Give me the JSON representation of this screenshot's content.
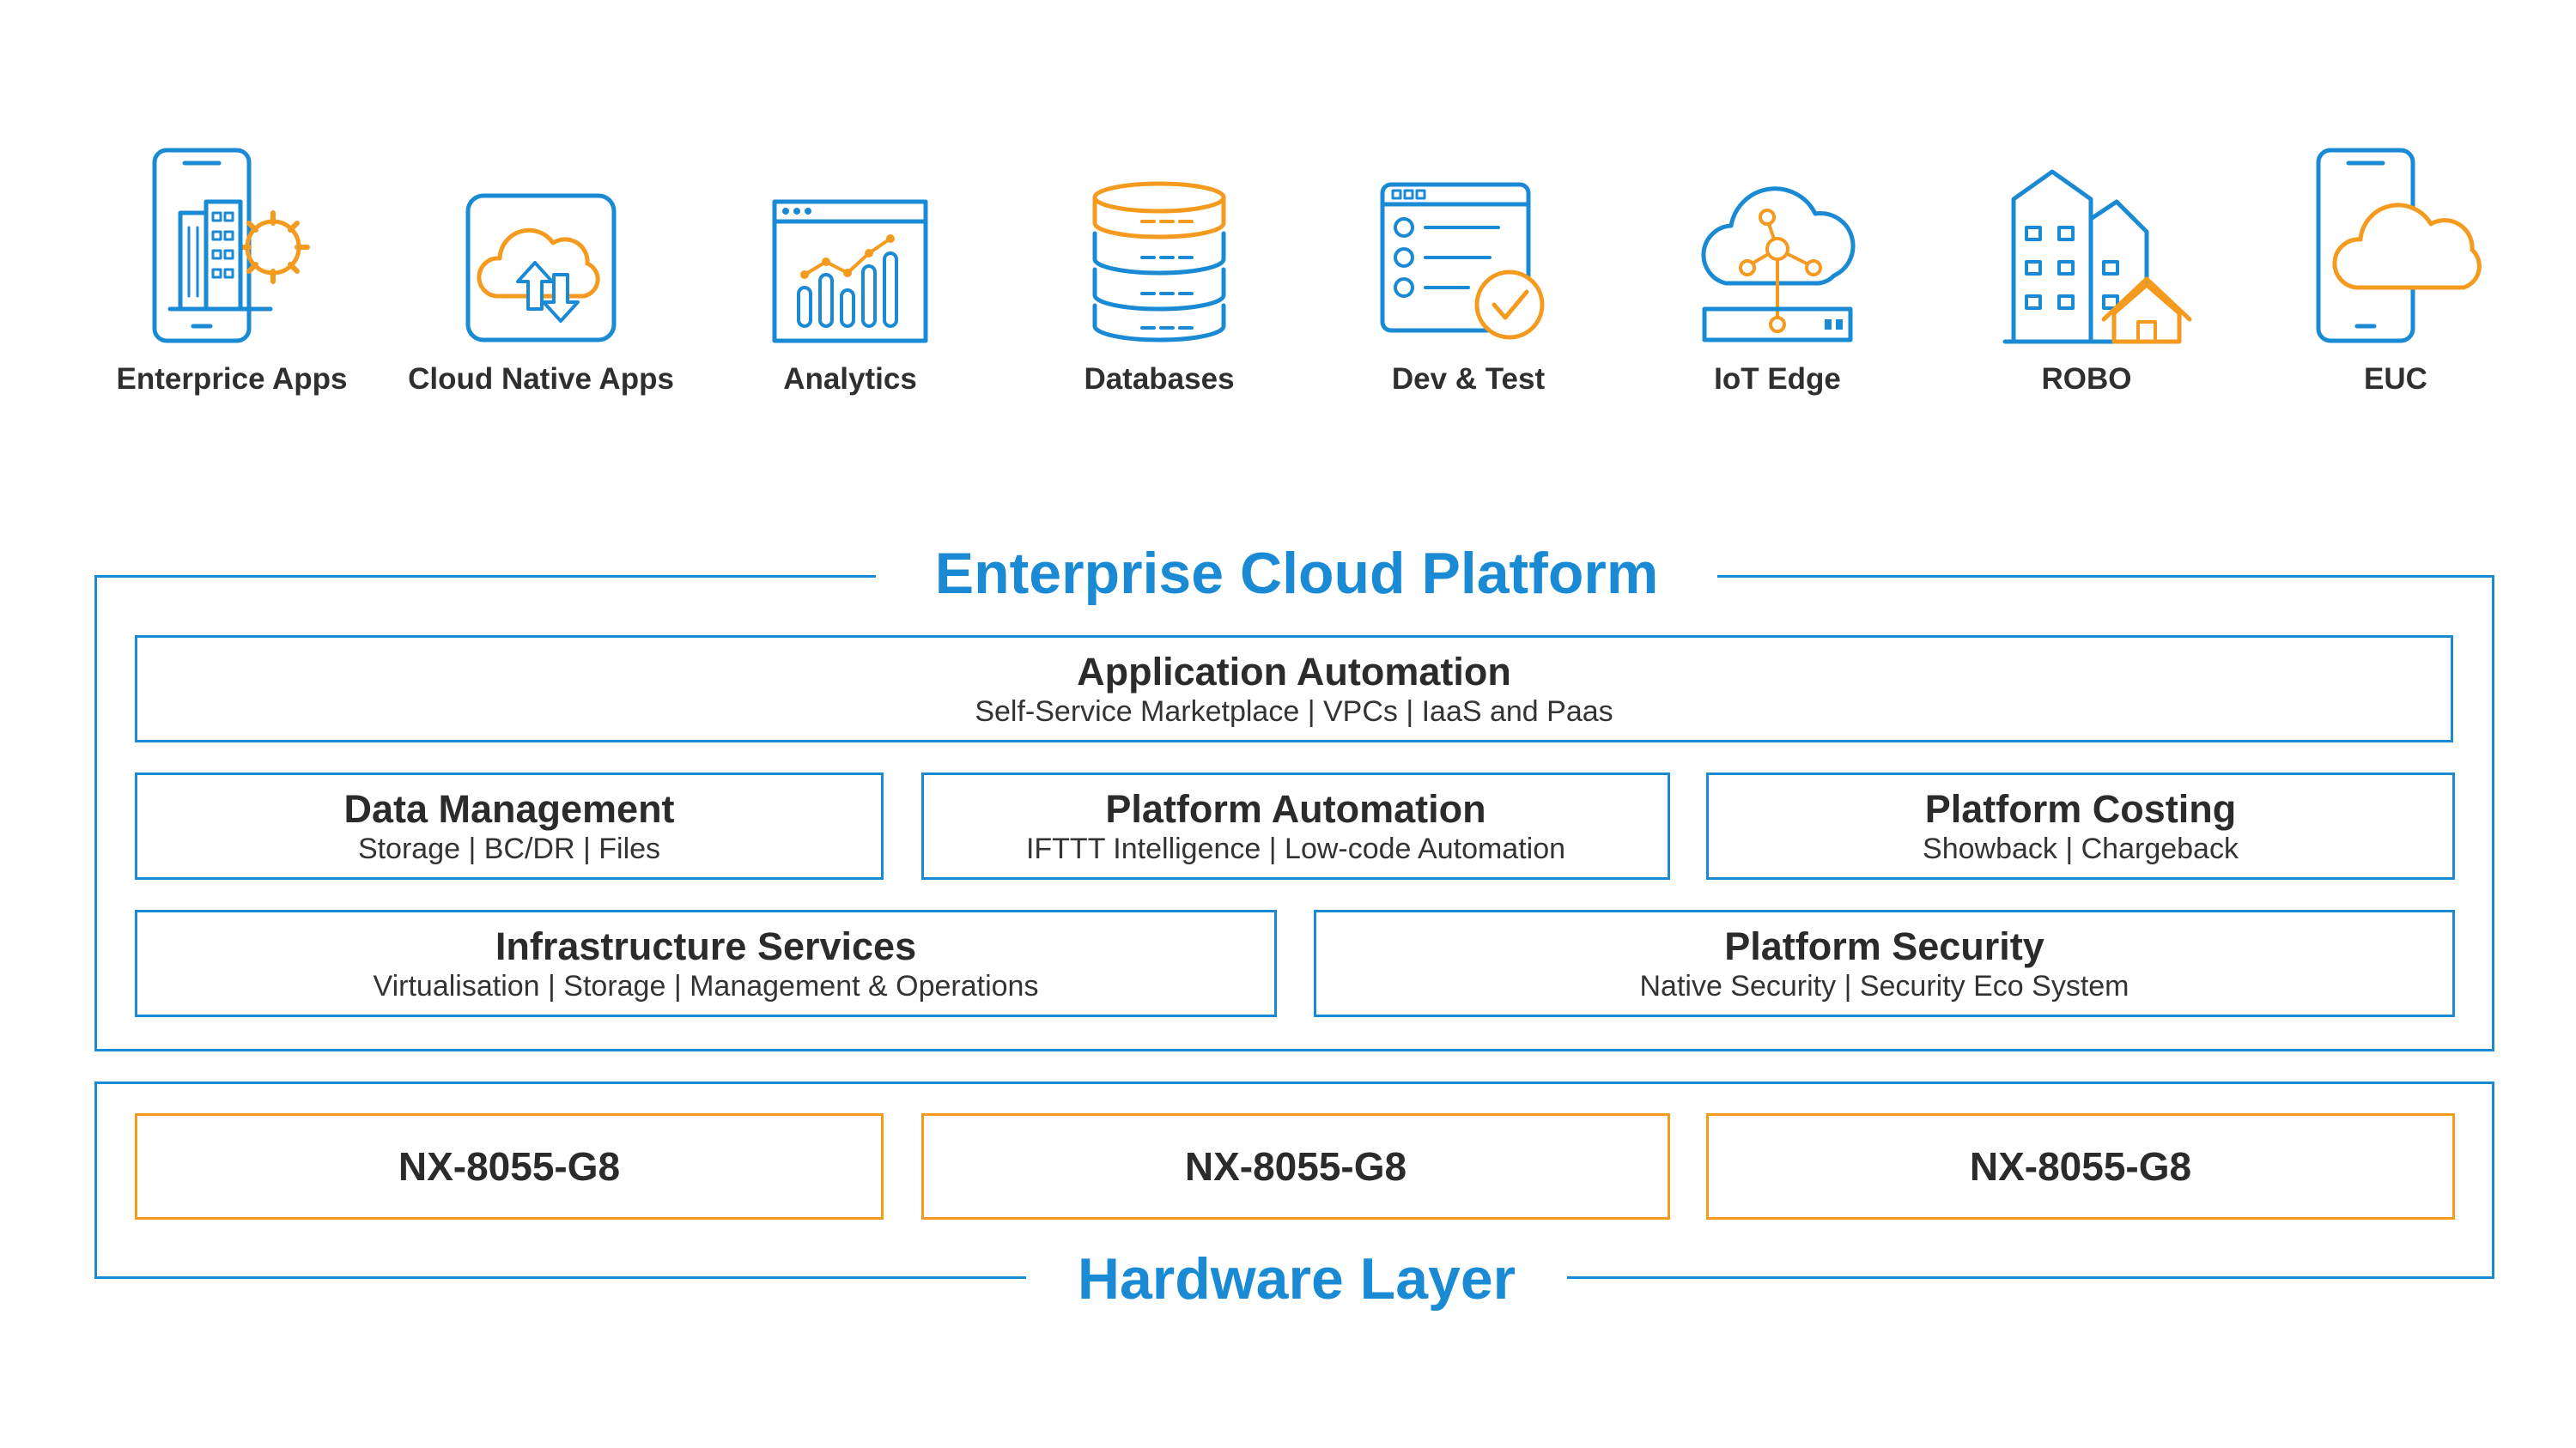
{
  "colors": {
    "blue": "#1a8ad4",
    "orange": "#f39a1f",
    "text": "#2b2b2b"
  },
  "workloads": [
    {
      "label": "Enterprice Apps",
      "icon": "mobile-building-gear-icon"
    },
    {
      "label": "Cloud Native Apps",
      "icon": "cloud-sync-icon"
    },
    {
      "label": "Analytics",
      "icon": "analytics-chart-icon"
    },
    {
      "label": "Databases",
      "icon": "database-icon"
    },
    {
      "label": "Dev & Test",
      "icon": "checklist-icon"
    },
    {
      "label": "IoT Edge",
      "icon": "iot-cloud-icon"
    },
    {
      "label": "ROBO",
      "icon": "office-buildings-icon"
    },
    {
      "label": "EUC",
      "icon": "mobile-cloud-icon"
    }
  ],
  "platform": {
    "title": "Enterprise Cloud Platform",
    "app_automation": {
      "title": "Application Automation",
      "subtitle": "Self-Service Marketplace | VPCs | IaaS and Paas"
    },
    "data_management": {
      "title": "Data Management",
      "subtitle": "Storage | BC/DR | Files"
    },
    "platform_automation": {
      "title": "Platform Automation",
      "subtitle": "IFTTT Intelligence | Low-code Automation"
    },
    "platform_costing": {
      "title": "Platform Costing",
      "subtitle": "Showback | Chargeback"
    },
    "infrastructure_services": {
      "title": "Infrastructure Services",
      "subtitle": "Virtualisation | Storage | Management & Operations"
    },
    "platform_security": {
      "title": "Platform Security",
      "subtitle": "Native Security | Security Eco System"
    }
  },
  "hardware": {
    "title": "Hardware Layer",
    "nodes": [
      "NX-8055-G8",
      "NX-8055-G8",
      "NX-8055-G8"
    ]
  }
}
